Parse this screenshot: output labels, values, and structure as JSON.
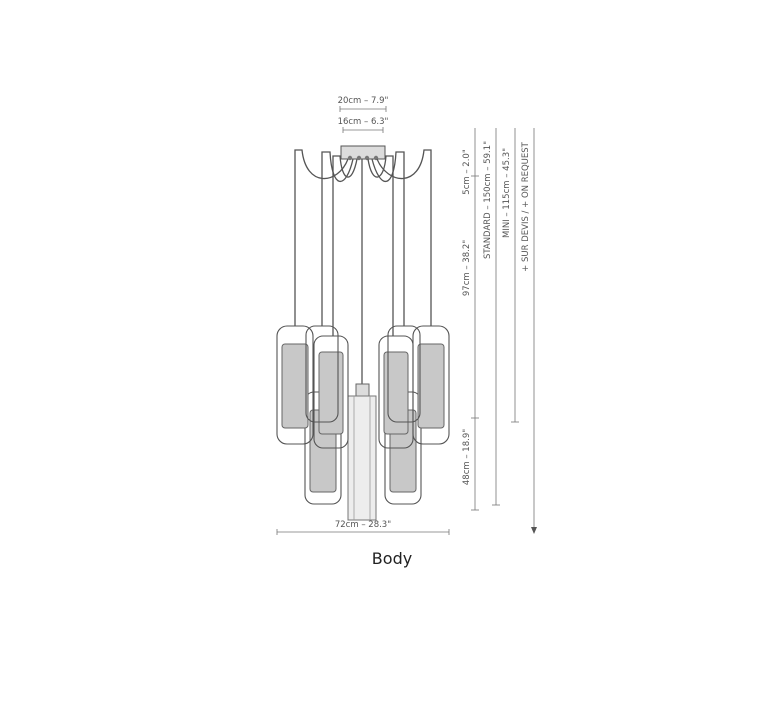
{
  "dimensions": {
    "canopy_outer": "20cm – 7.9\"",
    "canopy_inner": "16cm – 6.3\"",
    "total_width": "72cm – 28.3\"",
    "canopy_height": "5cm – 2.0\"",
    "upper_span": "97cm – 38.2\"",
    "lower_span": "48cm – 18.9\"",
    "standard": "STANDARD – 150cm – 59.1\"",
    "mini": "MINI – 115cm – 45.3\"",
    "on_request": "+ SUR DEVIS / + ON REQUEST"
  },
  "caption": "Body"
}
